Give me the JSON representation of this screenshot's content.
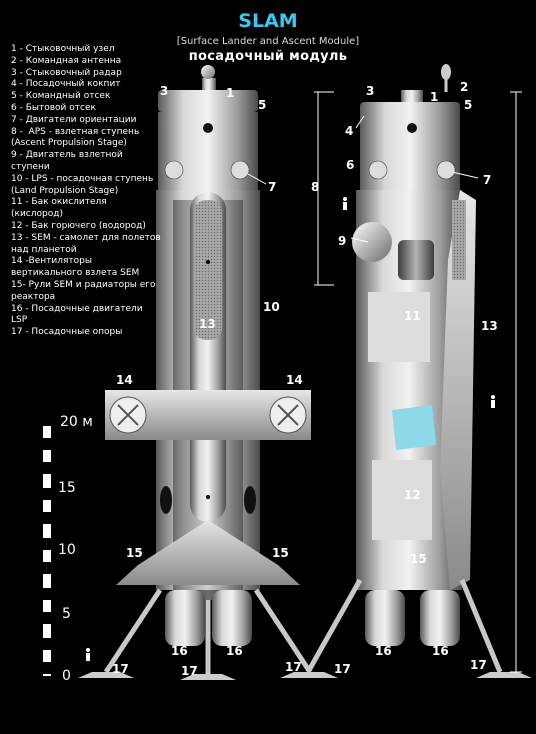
{
  "header": {
    "title": "SLAM",
    "subtitle": "[Surface Lander and Ascent Module]",
    "subtitle2": "посадочный модуль"
  },
  "legend": [
    "1 - Стыковочный узел",
    "2 - Командная антенна",
    "3 - Стыковочный радар",
    "4 - Посадочный кокпит",
    "5 - Командный отсек",
    "6 - Бытовой отсек",
    "7 - Двигатели ориентации",
    "8 -  APS - взлетная ступень (Ascent Propulsion Stage)",
    "9 - Двигатель взлетной ступени",
    "10 - LPS - посадочная ступень (Land Propulsion Stage)",
    "11 - Бак окислителя (кислород)",
    "12 - Бак горючего (водород)",
    "13 - SEM - самолет для полетов над планетой",
    "14 -Вентиляторы вертикального взлета SEM",
    "15- Рули SEM и радиаторы его реактора",
    "16 - Посадочные двигатели LSP",
    "17 - Посадочные опоры"
  ],
  "scale": {
    "ticks": [
      "20 м",
      "15",
      "10",
      "5",
      "0"
    ]
  },
  "callouts": {
    "l1": "1",
    "l3": "3",
    "l5": "5",
    "l7": "7",
    "l10": "10",
    "l13": "13",
    "l14a": "14",
    "l14b": "14",
    "l15a": "15",
    "l15b": "15",
    "l16a": "16",
    "l16b": "16",
    "l17a": "17",
    "l17b": "17",
    "l17c": "17",
    "r1": "1",
    "r2": "2",
    "r3": "3",
    "r4": "4",
    "r5": "5",
    "r6": "6",
    "r7": "7",
    "r8": "8",
    "r9": "9",
    "r11": "11",
    "r12": "12",
    "r13": "13",
    "r15": "15",
    "r16a": "16",
    "r16b": "16",
    "r17a": "17",
    "r17b": "17"
  }
}
